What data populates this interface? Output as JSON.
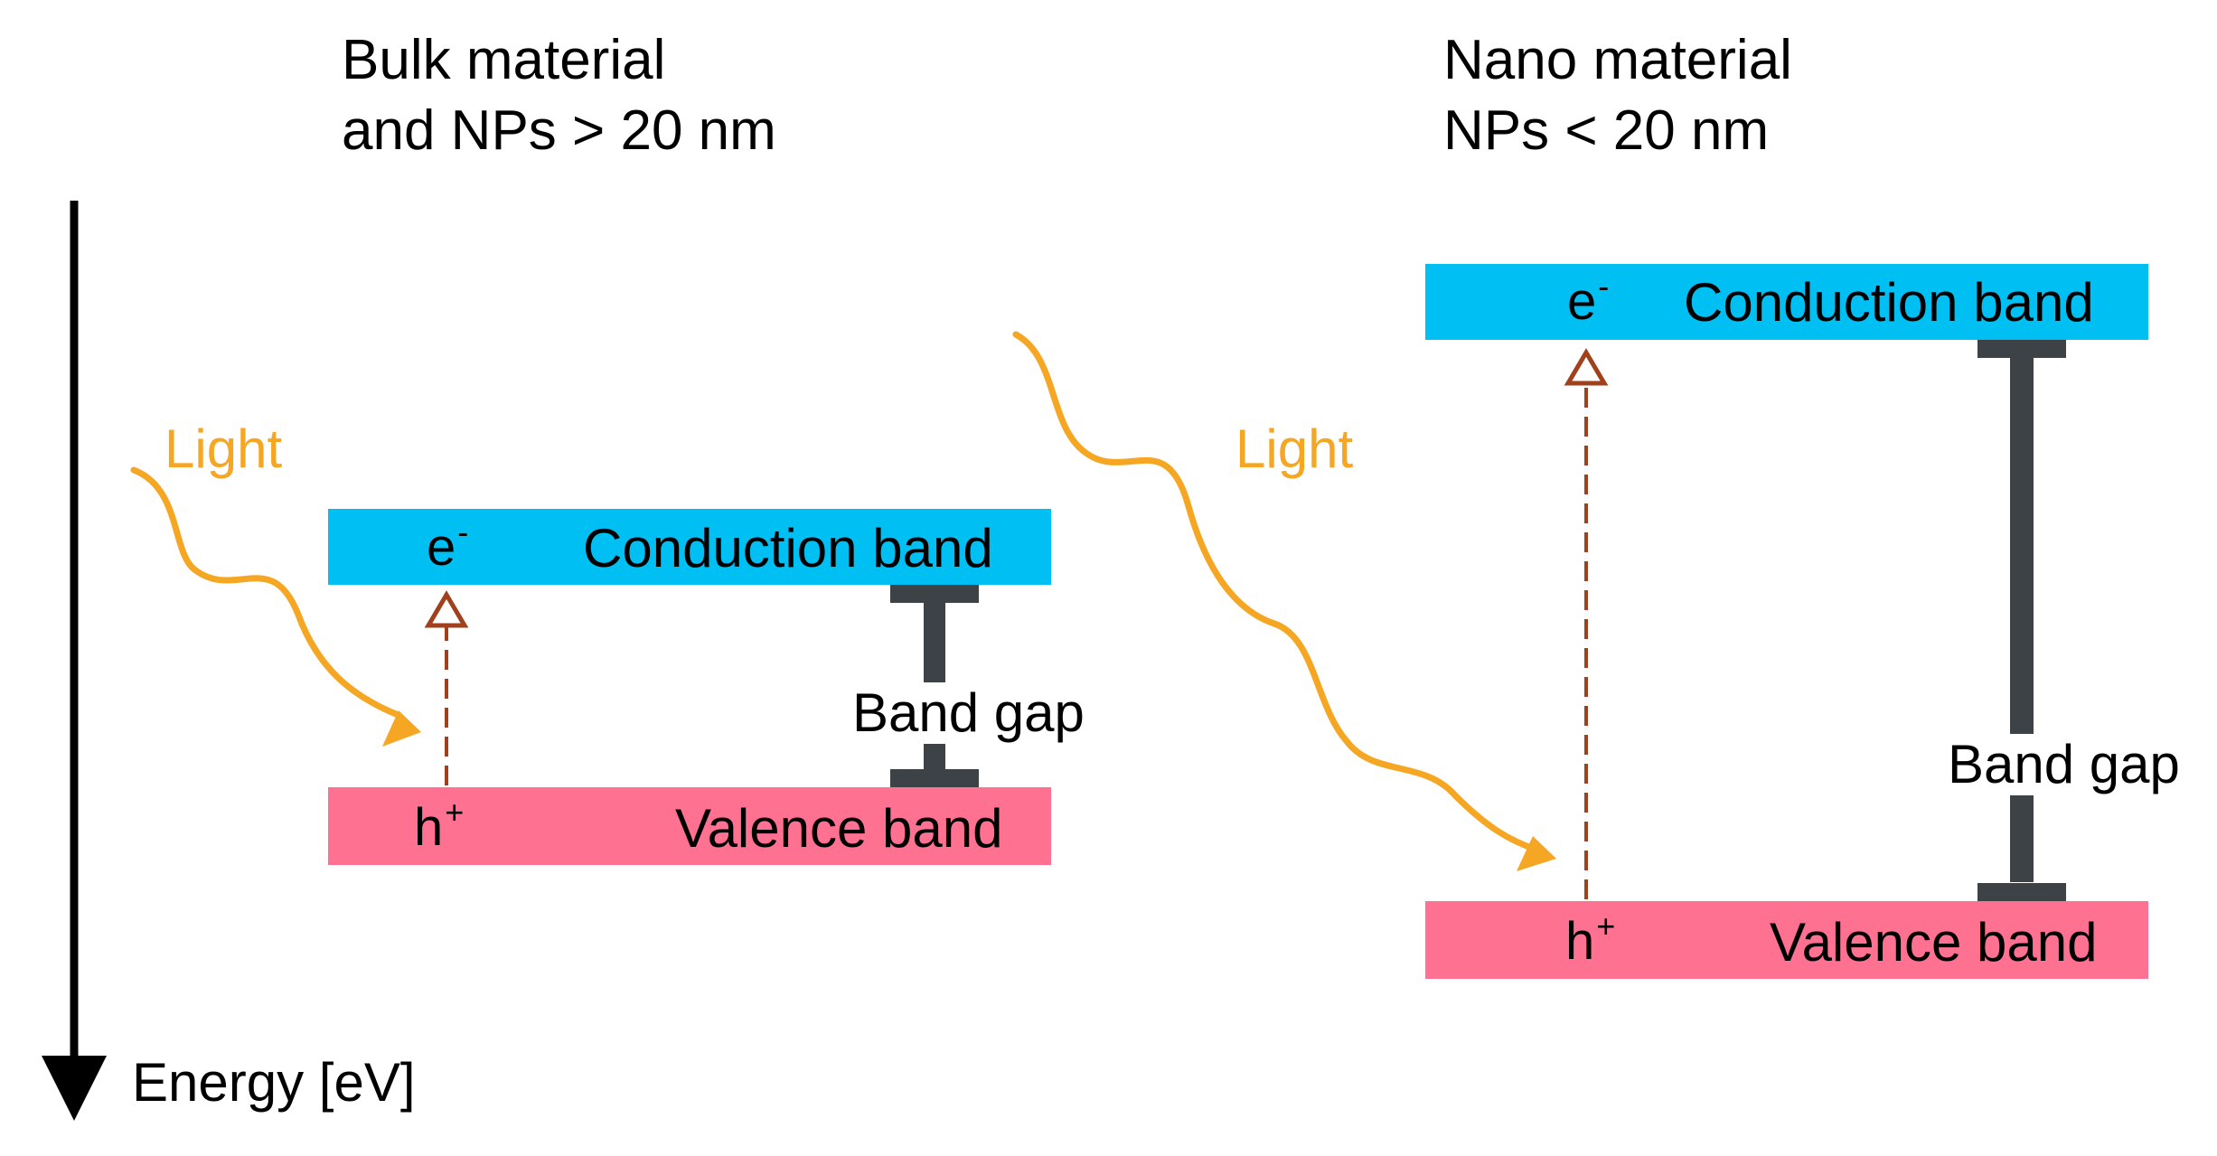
{
  "colors": {
    "conduction_band": "#00BFF3",
    "valence_band": "#FF7191",
    "light": "#F5A623",
    "excitation_arrow": "#A0401C",
    "band_gap_bar": "#3D4247",
    "energy_axis": "#000000"
  },
  "axis": {
    "label": "Energy [eV]",
    "direction": "down"
  },
  "panels": [
    {
      "title_line1": "Bulk material",
      "title_line2": "and NPs > 20 nm",
      "light_label": "Light",
      "conduction_label": "Conduction band",
      "valence_label": "Valence band",
      "electron": "e",
      "electron_sup": "-",
      "hole": "h",
      "hole_sup": "+",
      "band_gap_label": "Band gap",
      "band_gap_size": "small"
    },
    {
      "title_line1": "Nano material",
      "title_line2": "NPs < 20 nm",
      "light_label": "Light",
      "conduction_label": "Conduction band",
      "valence_label": "Valence band",
      "electron": "e",
      "electron_sup": "-",
      "hole": "h",
      "hole_sup": "+",
      "band_gap_label": "Band gap",
      "band_gap_size": "large"
    }
  ]
}
